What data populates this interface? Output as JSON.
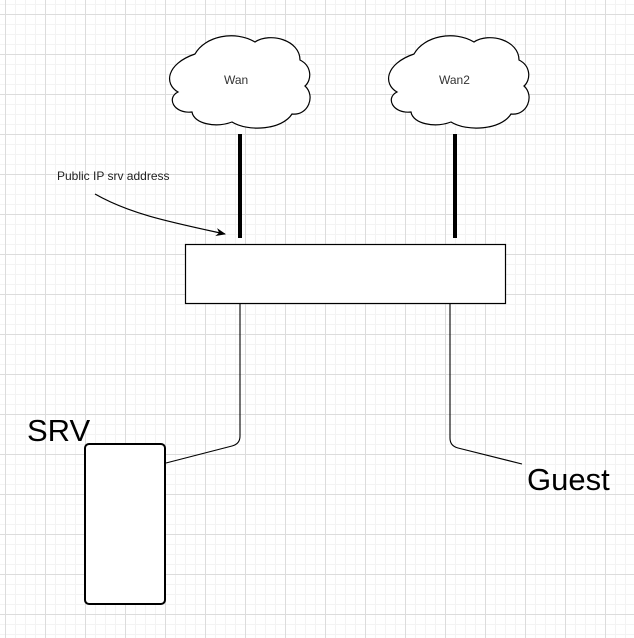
{
  "diagram": {
    "clouds": [
      {
        "id": "wan",
        "label": "Wan"
      },
      {
        "id": "wan2",
        "label": "Wan2"
      }
    ],
    "annotation": {
      "text": "Public IP srv address"
    },
    "devices": [
      {
        "id": "router",
        "label": ""
      },
      {
        "id": "srv",
        "label": "SRV"
      },
      {
        "id": "guest",
        "label": "Guest"
      }
    ],
    "connections": [
      {
        "from": "wan",
        "to": "router",
        "style": "thick"
      },
      {
        "from": "wan2",
        "to": "router",
        "style": "thick"
      },
      {
        "from": "router",
        "to": "srv",
        "style": "thin"
      },
      {
        "from": "router",
        "to": "guest",
        "style": "thin"
      }
    ],
    "colors": {
      "stroke": "#000000",
      "fill": "#ffffff",
      "grid": "#dcdcdc"
    }
  }
}
